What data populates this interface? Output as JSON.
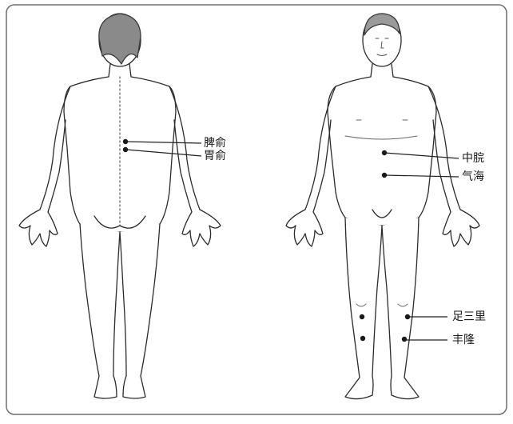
{
  "colors": {
    "background": "#ffffff",
    "panel_border": "#6e6e6e",
    "outline": "#2b2b2b",
    "hair": "#3a3a3a",
    "point": "#1a1a1a",
    "leader": "#222222"
  },
  "back_view": {
    "points": [
      {
        "label": "脾俞"
      },
      {
        "label": "胃俞"
      }
    ]
  },
  "front_view": {
    "points": [
      {
        "label": "中脘"
      },
      {
        "label": "气海"
      },
      {
        "label": "足三里"
      },
      {
        "label": "丰隆"
      }
    ]
  }
}
